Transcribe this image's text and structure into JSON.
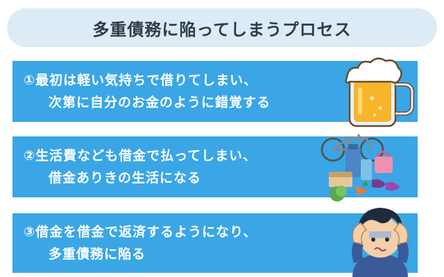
{
  "title": "多重債務に陥ってしまうプロセス",
  "steps": [
    {
      "line1": "①最初は軽い気持ちで借りてしまい、",
      "line2": "次第に自分のお金のように錯覚する"
    },
    {
      "line1": "②生活費なども借金で払ってしまい、",
      "line2": "借金ありきの生活になる"
    },
    {
      "line1": "③借金を借金で返済するようになり、",
      "line2": "多重債務に陥る"
    }
  ],
  "icons": [
    "beer-mug-icon",
    "shopping-goods-icon",
    "worried-person-icon"
  ],
  "colors": {
    "banner": "#3aa6e6",
    "title_bg": "#dcebf5",
    "title_text": "#2f3b4a"
  }
}
